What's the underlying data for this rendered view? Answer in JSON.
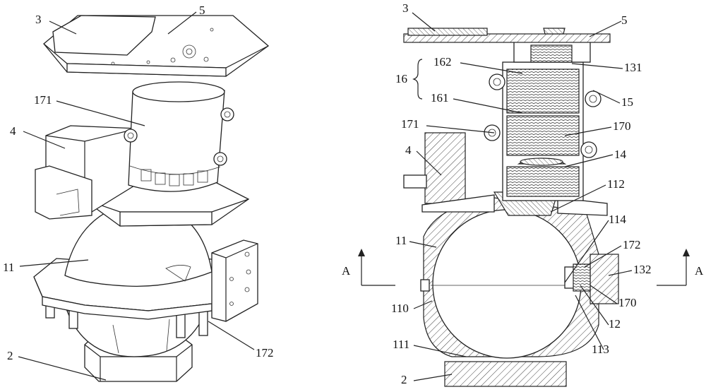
{
  "left_view": {
    "labels": {
      "l3": "3",
      "l5": "5",
      "l171": "171",
      "l4": "4",
      "l11": "11",
      "l2": "2",
      "l172": "172"
    }
  },
  "right_view": {
    "labels": {
      "r3": "3",
      "r5": "5",
      "r16": "16",
      "r162": "162",
      "r131": "131",
      "r15": "15",
      "r161": "161",
      "r171": "171",
      "r170a": "170",
      "r4": "4",
      "r14": "14",
      "r112": "112",
      "r114": "114",
      "r11": "11",
      "r172": "172",
      "rA1": "A",
      "rA2": "A",
      "r132": "132",
      "r110": "110",
      "r170b": "170",
      "r12": "12",
      "r111": "111",
      "r113": "113",
      "r2": "2"
    }
  }
}
